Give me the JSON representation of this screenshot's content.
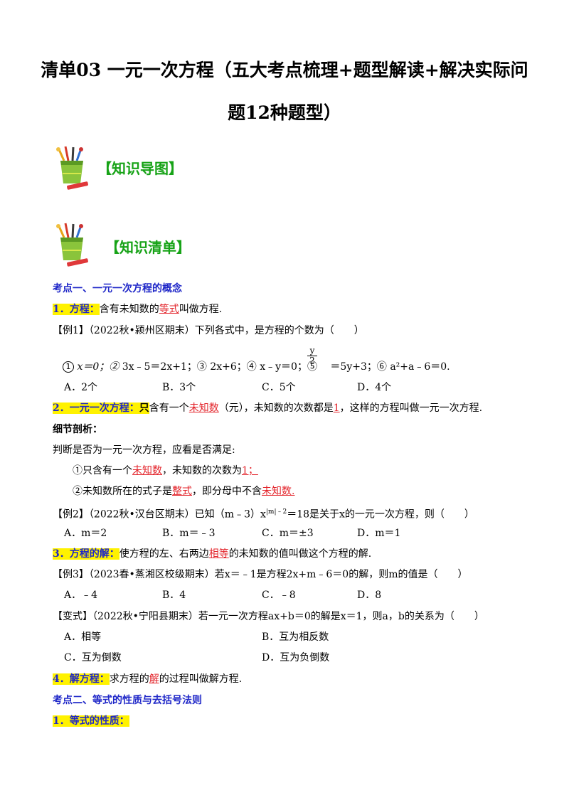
{
  "title": {
    "line1": "清单03 一元一次方程（五大考点梳理+题型解读+解决实际问",
    "line2": "题12种题型）"
  },
  "sections": {
    "map": "【知识导图】",
    "list": "【知识清单】",
    "icon": "pencil-cup-icon"
  },
  "kp1": {
    "heading": "考点一、一元一次方程的概念",
    "def1": {
      "label": "1．方程：",
      "pre": "含有未知数的",
      "key": "等式",
      "post": "叫做方程."
    },
    "ex1": {
      "stem": "【例1】（2022秋•颍州区期末）下列各式中，是方程的个数为（　　）",
      "frac_num": "y",
      "frac_den": "2",
      "items": [
        "①",
        "x＝0；②",
        "3x﹣5＝2x+1；③",
        "2x+6；④",
        "x﹣y＝0；⑤",
        "＝5y+3；⑥",
        "a²+a﹣6＝0."
      ],
      "options": [
        "A．2个",
        "B．3个",
        "C．5个",
        "D．4个"
      ]
    },
    "def2": {
      "label": "2．一元一次方程：",
      "hl": "只",
      "pre": "含有一个",
      "key1": "未知数",
      "mid": "（元），未知数的次数都是",
      "key2": "1",
      "post": "，这样的方程叫做一元一次方程."
    },
    "analysis": {
      "heading": "细节剖析：",
      "intro": "判断是否为一元一次方程，应看是否满足:",
      "p1_pre": "①只含有一个",
      "p1_key1": "未知数",
      "p1_mid": "，未知数的次数为",
      "p1_key2": "1；",
      "p2_pre": "②未知数所在的式子是",
      "p2_key1": "整式",
      "p2_mid": "，即分母中不含",
      "p2_key2": "未知数."
    },
    "ex2": {
      "stem_pre": "【例2】（2022秋•汉台区期末）已知（m﹣3）x",
      "stem_sup": "|m|﹣2",
      "stem_post": "＝18是关于x的一元一次方程，则（　　）",
      "options": [
        "A．m＝2",
        "B．m＝﹣3",
        "C．m＝±3",
        "D．m＝1"
      ]
    },
    "def3": {
      "label": "3．方程的解：",
      "pre": "使方程的左、右两边",
      "key": "相等",
      "post": "的未知数的值叫做这个方程的解."
    },
    "ex3": {
      "stem": "【例3】（2023春•蒸湘区校级期末）若x＝﹣1是方程2x+m﹣6＝0的解，则m的值是（　　）",
      "options": [
        "A．﹣4",
        "B．4",
        "C．﹣8",
        "D．8"
      ]
    },
    "variant": {
      "stem": "【变式】（2022秋•宁阳县期末）若一元一次方程ax+b＝0的解是x＝1，则a，b的关系为（　　）",
      "options": [
        "A．相等",
        "B．互为相反数",
        "C．互为倒数",
        "D．互为负倒数"
      ]
    },
    "def4": {
      "label": "4．解方程：",
      "pre": "求方程的",
      "key": "解",
      "post": "的过程叫做解方程."
    }
  },
  "kp2": {
    "heading": "考点二、等式的性质与去括号法则",
    "sub1": "1．等式的性质："
  }
}
